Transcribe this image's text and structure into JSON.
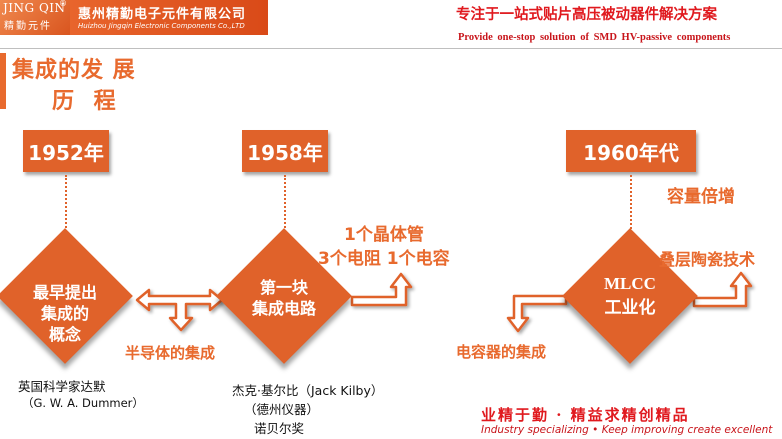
{
  "header": {
    "logo_main": "JING QIN",
    "logo_sub": "精勤元件",
    "logo_reg": "®",
    "company_cn": "惠州精勤电子元件有限公司",
    "company_en": "Huizhou Jingqin Electronic Components Co.,LTD",
    "slogan_cn": "专注于一站式贴片高压被动器件解决方案",
    "slogan_en": "Provide one-stop solution of SMD HV-passive components"
  },
  "title": {
    "line1": "集成的发 展",
    "line2": "历 程"
  },
  "timeline": [
    {
      "year": "1952年",
      "event": [
        "最早提出",
        "集成的",
        "概念"
      ],
      "person": [
        "英国科学家达默",
        "（G. W. A. Dummer）"
      ]
    },
    {
      "year": "1958年",
      "event": [
        "第一块",
        "集成电路"
      ],
      "person": [
        "杰克·基尔比（Jack Kilby）",
        "（德州仪器）",
        "诺贝尔奖"
      ]
    },
    {
      "year": "1960年代",
      "event": [
        "MLCC",
        "工业化"
      ]
    }
  ],
  "labels": {
    "semiconductor": "半导体的集成",
    "transistor_line1": "1个晶体管",
    "transistor_line2": "3个电阻 1个电容",
    "capacity": "容量倍增",
    "stacking": "叠层陶瓷技术",
    "capacitor_integration": "电容器的集成"
  },
  "footer": {
    "motto_cn": "业精于勤 · 精益求精创精品",
    "motto_en": "Industry specializing • Keep improving create excellent"
  },
  "colors": {
    "accent": "#e0622a",
    "title": "#e86a2e",
    "slogan_red": "#e0191e"
  }
}
